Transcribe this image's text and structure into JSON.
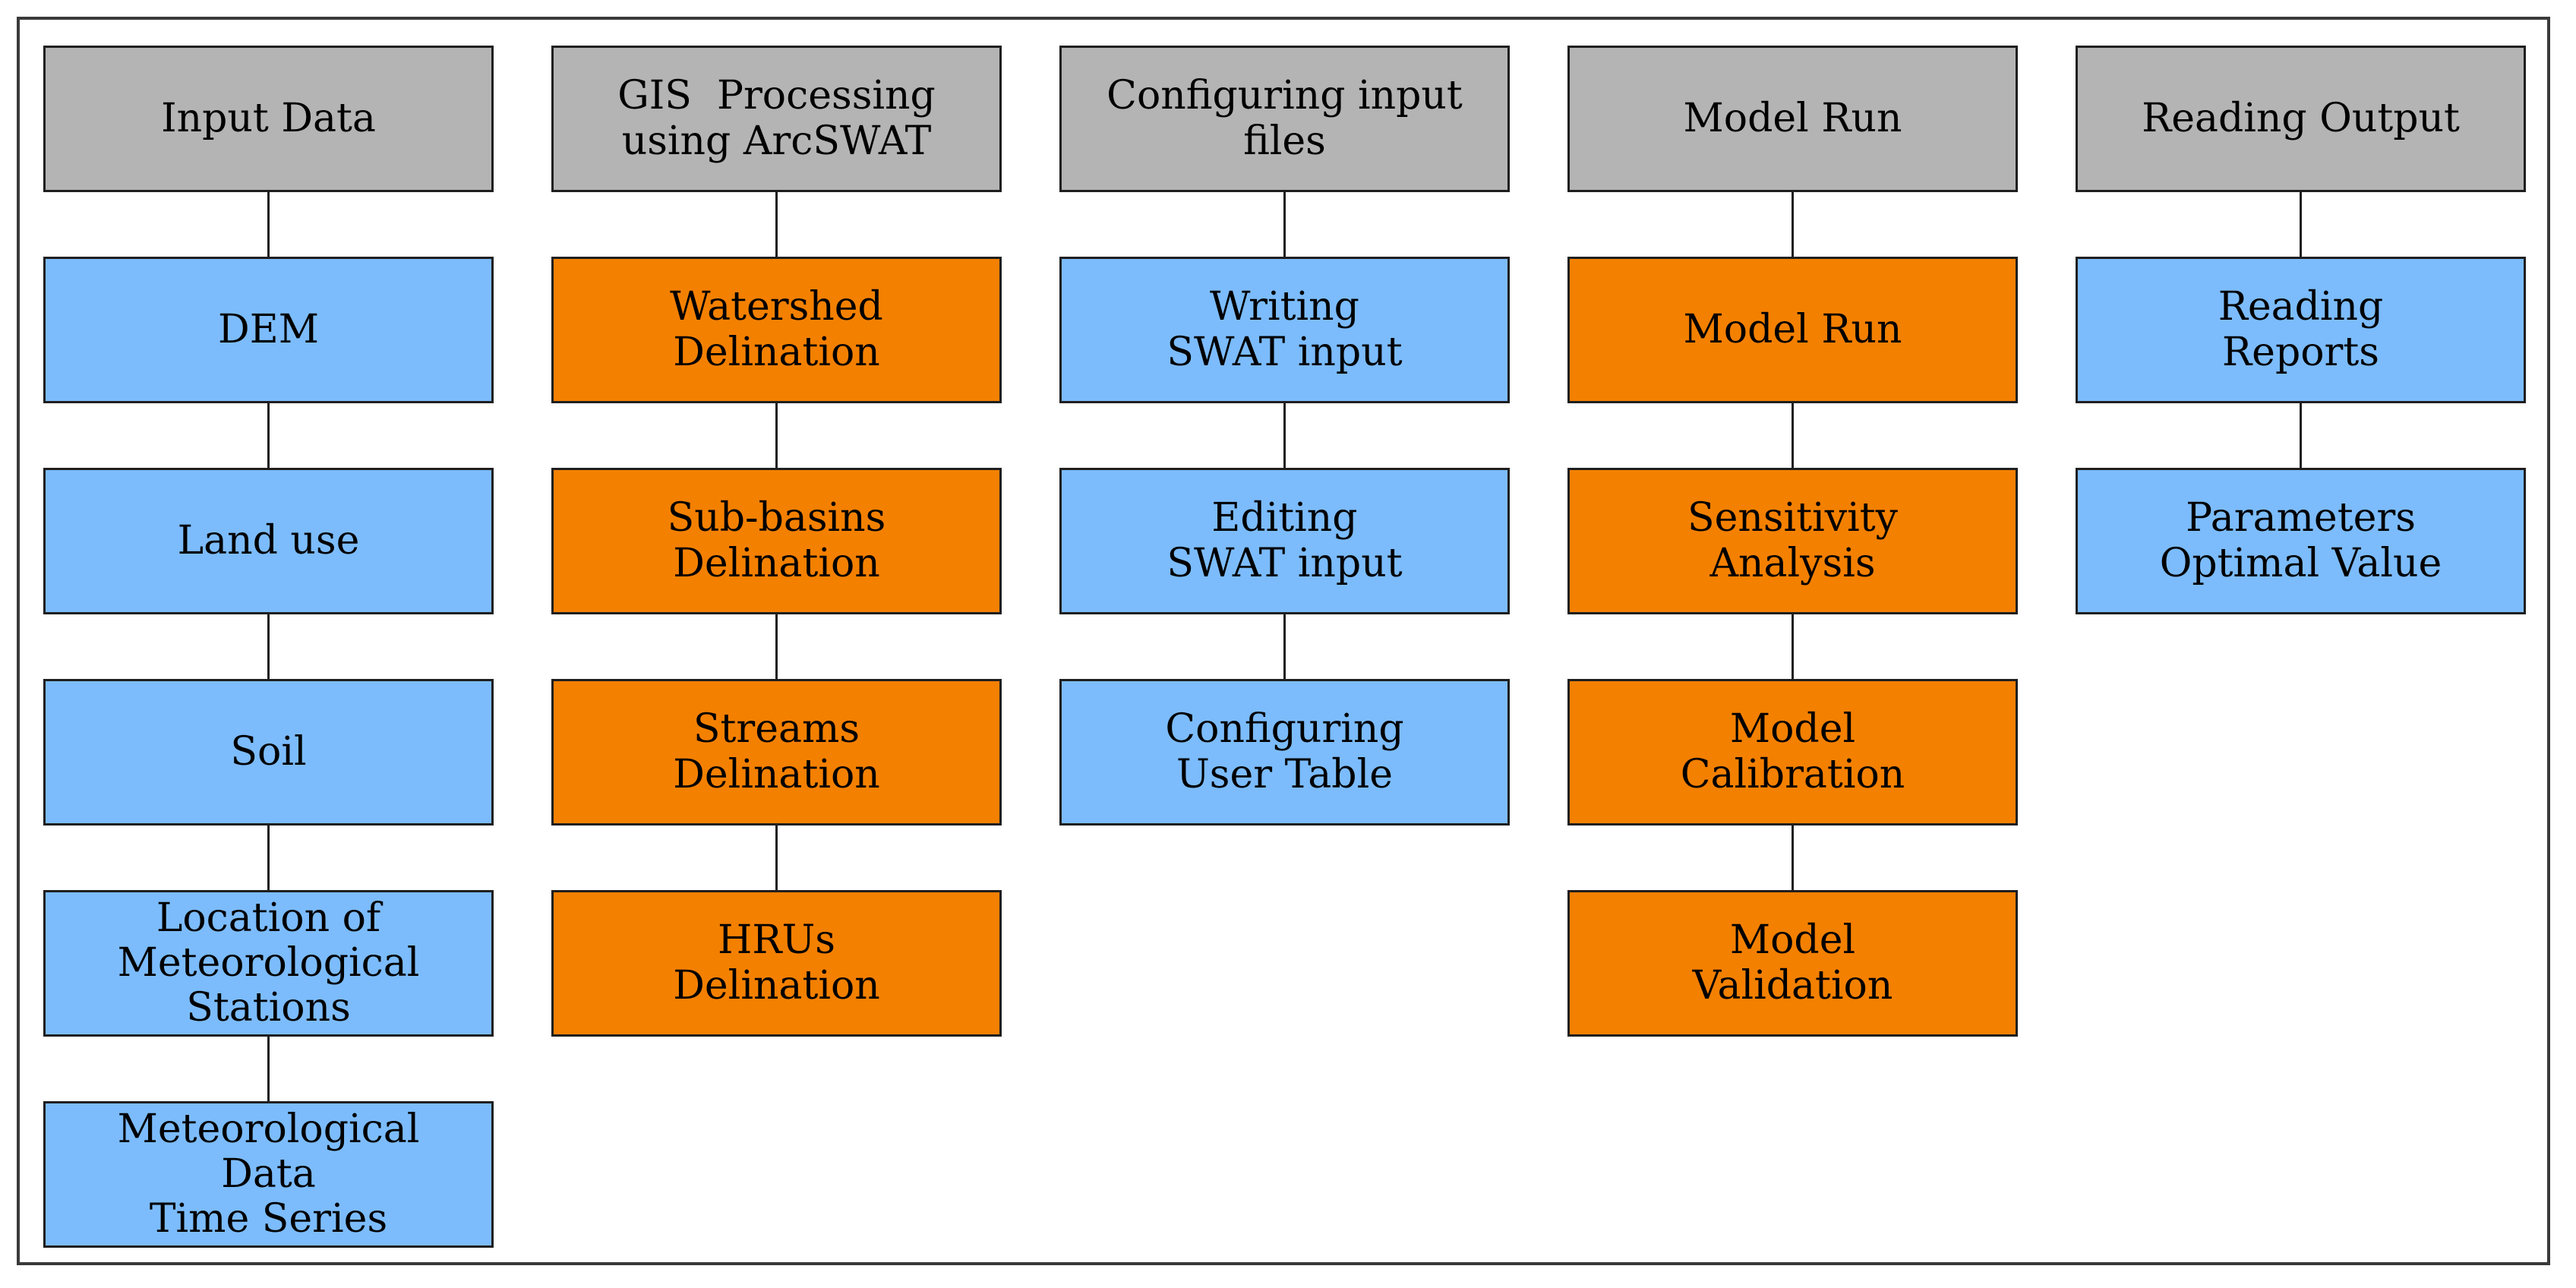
{
  "title": "SWAT model workflow flowchart",
  "colors": {
    "header_gray": "#b4b4b4",
    "process_blue": "#7cbcfc",
    "process_orange": "#f48000",
    "box_border": "#1f1f1f",
    "frame_border": "#3a3a3a",
    "connector": "#1f1f1f",
    "text": "#000000",
    "background": "#ffffff"
  },
  "columns": [
    {
      "header": {
        "label": "Input Data",
        "color": "gray"
      },
      "steps": [
        {
          "label": "DEM",
          "color": "blue"
        },
        {
          "label": "Land use",
          "color": "blue"
        },
        {
          "label": "Soil",
          "color": "blue"
        },
        {
          "label": "Location of\nMeteorological\nStations",
          "color": "blue"
        },
        {
          "label": "Meteorological\nData\nTime Series",
          "color": "blue"
        }
      ]
    },
    {
      "header": {
        "label": "GIS  Processing\nusing ArcSWAT",
        "color": "gray"
      },
      "steps": [
        {
          "label": "Watershed\nDelination",
          "color": "orange"
        },
        {
          "label": "Sub-basins\nDelination",
          "color": "orange"
        },
        {
          "label": "Streams\nDelination",
          "color": "orange"
        },
        {
          "label": "HRUs\nDelination",
          "color": "orange"
        }
      ]
    },
    {
      "header": {
        "label": "Configuring input\nfiles",
        "color": "gray"
      },
      "steps": [
        {
          "label": "Writing\nSWAT input",
          "color": "blue"
        },
        {
          "label": "Editing\nSWAT input",
          "color": "blue"
        },
        {
          "label": "Configuring\nUser Table",
          "color": "blue"
        }
      ]
    },
    {
      "header": {
        "label": "Model Run",
        "color": "gray"
      },
      "steps": [
        {
          "label": "Model Run",
          "color": "orange"
        },
        {
          "label": "Sensitivity\nAnalysis",
          "color": "orange"
        },
        {
          "label": "Model\nCalibration",
          "color": "orange"
        },
        {
          "label": "Model\nValidation",
          "color": "orange"
        }
      ]
    },
    {
      "header": {
        "label": "Reading Output",
        "color": "gray"
      },
      "steps": [
        {
          "label": "Reading\nReports",
          "color": "blue"
        },
        {
          "label": "Parameters\nOptimal Value",
          "color": "blue"
        }
      ]
    }
  ]
}
